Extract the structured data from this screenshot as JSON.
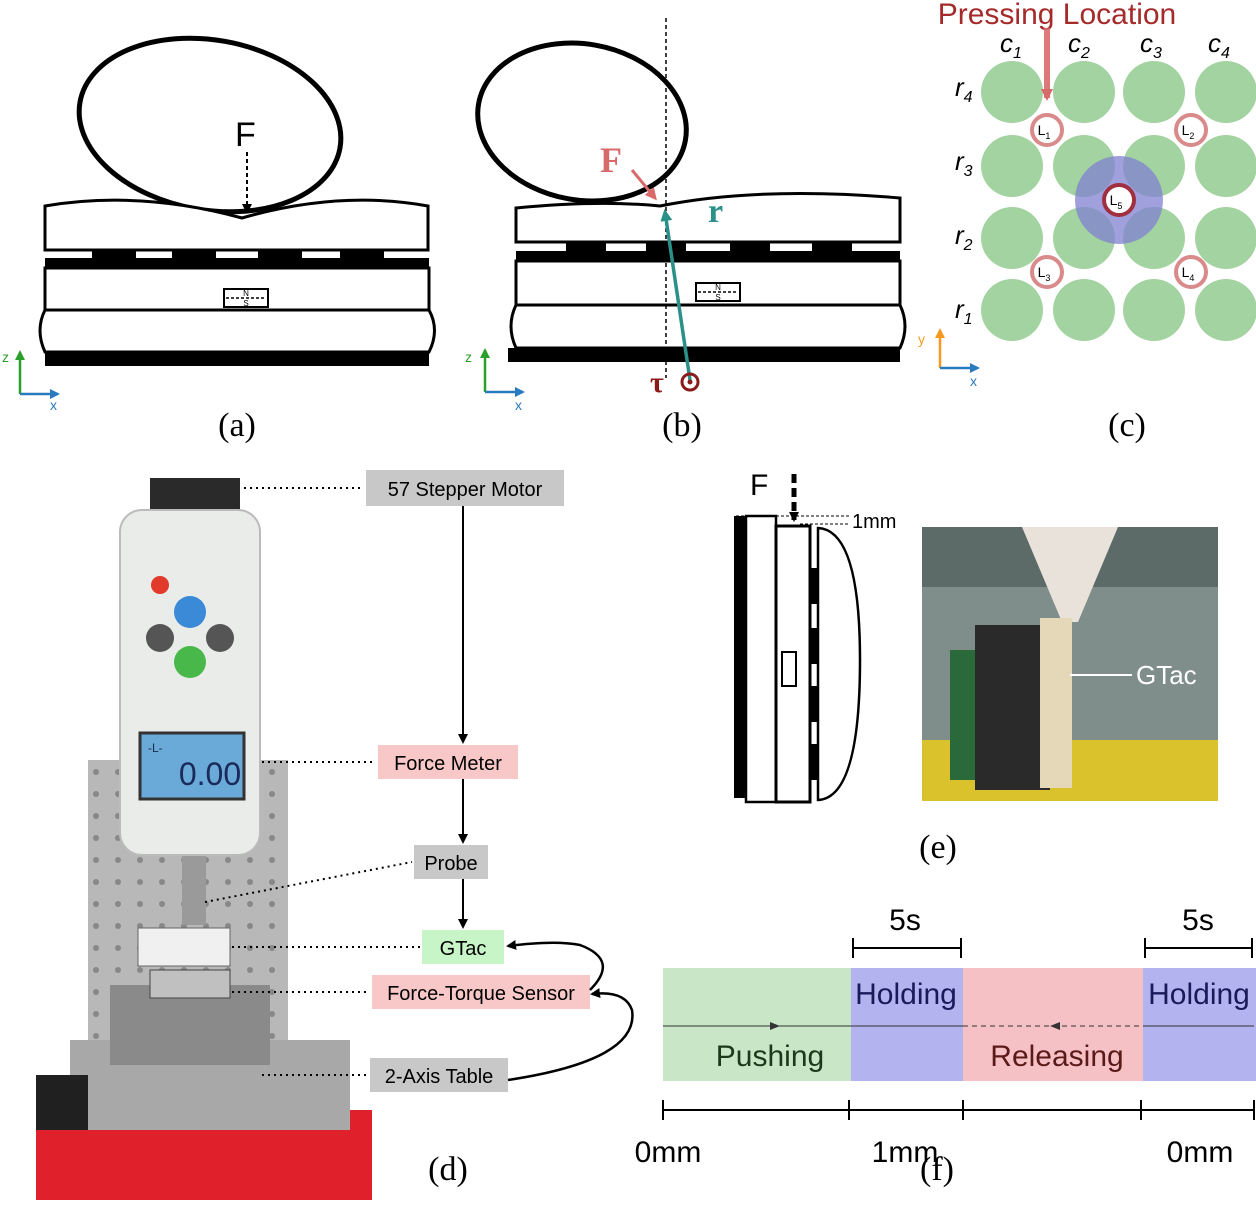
{
  "panels": {
    "a": {
      "caption": "(a)",
      "force_label": "F",
      "axis_z": "z",
      "axis_x": "x",
      "magnet_n": "N",
      "magnet_s": "S"
    },
    "b": {
      "caption": "(b)",
      "force_label": "F",
      "r_label": "r",
      "tau_label": "τ",
      "axis_z": "z",
      "axis_x": "x",
      "magnet_n": "N",
      "magnet_s": "S"
    },
    "c": {
      "caption": "(c)",
      "title": "Pressing Location",
      "columns": [
        "c",
        "c",
        "c",
        "c"
      ],
      "column_subs": [
        "1",
        "2",
        "3",
        "4"
      ],
      "rows": [
        "r",
        "r",
        "r",
        "r"
      ],
      "row_subs": [
        "4",
        "3",
        "2",
        "1"
      ],
      "locations": [
        "L",
        "L",
        "L",
        "L",
        "L"
      ],
      "location_subs": [
        "1",
        "2",
        "5",
        "3",
        "4"
      ],
      "axis_y": "y",
      "axis_x": "x",
      "colors": {
        "pad": "#a2d3a0",
        "ring": "#d98a8a",
        "highlight": "#8080d0",
        "arrow": "#c95a5a",
        "title": "#a52a2a"
      }
    },
    "d": {
      "caption": "(d)",
      "labels": {
        "stepper": "57 Stepper Motor",
        "force_meter": "Force Meter",
        "probe": "Probe",
        "gtac": "GTac",
        "ft_sensor": "Force-Torque Sensor",
        "table": "2-Axis Table"
      },
      "meter_reading": "0.00",
      "meter_mode": "-L-",
      "colors": {
        "gray": "#c8c8c8",
        "pink": "#f8c8c8",
        "green": "#c8f5c8"
      }
    },
    "e": {
      "caption": "(e)",
      "force_label": "F",
      "depth_label": "1mm",
      "photo_label": "GTac"
    },
    "f": {
      "caption": "(f)",
      "phases": [
        "Pushing",
        "Holding",
        "Releasing",
        "Holding"
      ],
      "durations": [
        "5s",
        "5s"
      ],
      "positions": [
        "0mm",
        "1mm",
        "0mm"
      ],
      "colors": {
        "pushing": "#c9e6c7",
        "holding": "#b3b3ef",
        "releasing": "#f6c1c4"
      }
    }
  }
}
